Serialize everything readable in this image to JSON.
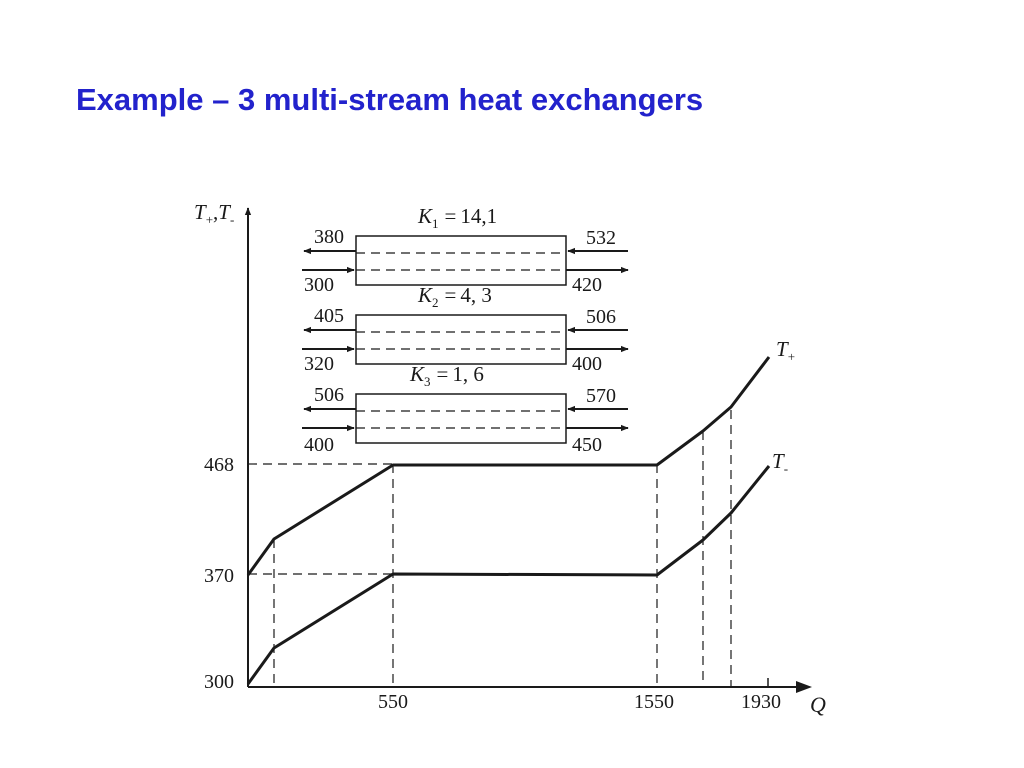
{
  "title": "Example – 3 multi-stream heat exchangers",
  "colors": {
    "title": "#2222cc",
    "ink": "#1a1a1a"
  },
  "axes": {
    "y_label_main": "T",
    "y_label_plus_sub": "+",
    "y_label_sep": ",",
    "y_label_minus_sub": "-",
    "x_label": "Q",
    "y_ticks": [
      "468",
      "370",
      "300"
    ],
    "x_ticks": [
      "550",
      "1550",
      "1930"
    ]
  },
  "curves": {
    "upper": {
      "name": "T",
      "sub": "+"
    },
    "lower": {
      "name": "T",
      "sub": "-"
    }
  },
  "exchangers": [
    {
      "k_letter": "K",
      "k_sub": "1",
      "k_eq": "=",
      "k_value": "14,1",
      "hot_out": "380",
      "hot_in": "532",
      "cold_in": "300",
      "cold_out": "420"
    },
    {
      "k_letter": "K",
      "k_sub": "2",
      "k_eq": "=",
      "k_value": "4, 3",
      "hot_out": "405",
      "hot_in": "506",
      "cold_in": "320",
      "cold_out": "400"
    },
    {
      "k_letter": "K",
      "k_sub": "3",
      "k_eq": "=",
      "k_value": "1, 6",
      "hot_out": "506",
      "hot_in": "570",
      "cold_in": "400",
      "cold_out": "450"
    }
  ]
}
